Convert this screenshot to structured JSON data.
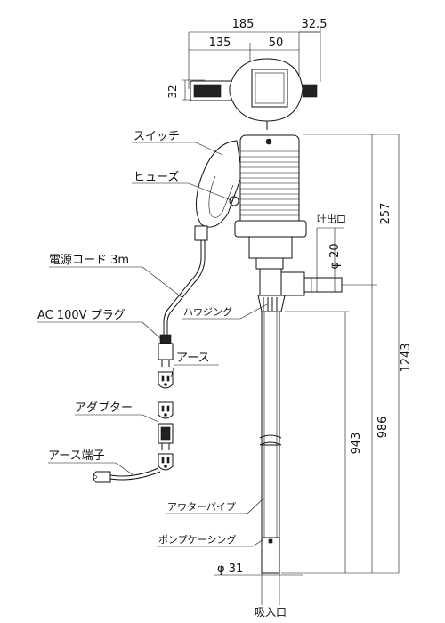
{
  "dims": {
    "top_width": "185",
    "top_side": "32.5",
    "head_width": "135",
    "head_right": "50",
    "head_height": "32",
    "height_257": "257",
    "height_1243": "1243",
    "height_986": "986",
    "height_943": "943",
    "outlet_dia": "φ 20",
    "suction_dia": "φ 31"
  },
  "labels": {
    "switch": "スイッチ",
    "fuse": "ヒューズ",
    "power_cord": "電源コード 3m",
    "plug": "AC 100V プラグ",
    "earth": "アース",
    "adapter": "アダプター",
    "earth_terminal": "アース端子",
    "housing": "ハウジング",
    "outer_pipe": "アウターパイプ",
    "pump_casing": "ポンプケーシング",
    "outlet": "吐出口",
    "inlet": "吸入口"
  }
}
